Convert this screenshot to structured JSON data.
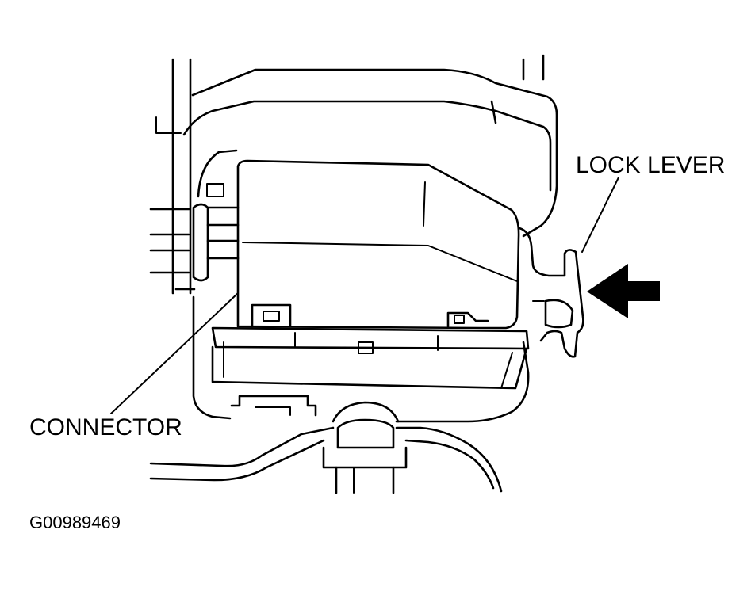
{
  "labels": {
    "lock_lever": "LOCK LEVER",
    "connector": "CONNECTOR",
    "figure_code": "G00989469"
  },
  "icons": {
    "direction_arrow": "arrow-left-icon"
  },
  "colors": {
    "line": "#000000",
    "background": "#ffffff"
  }
}
